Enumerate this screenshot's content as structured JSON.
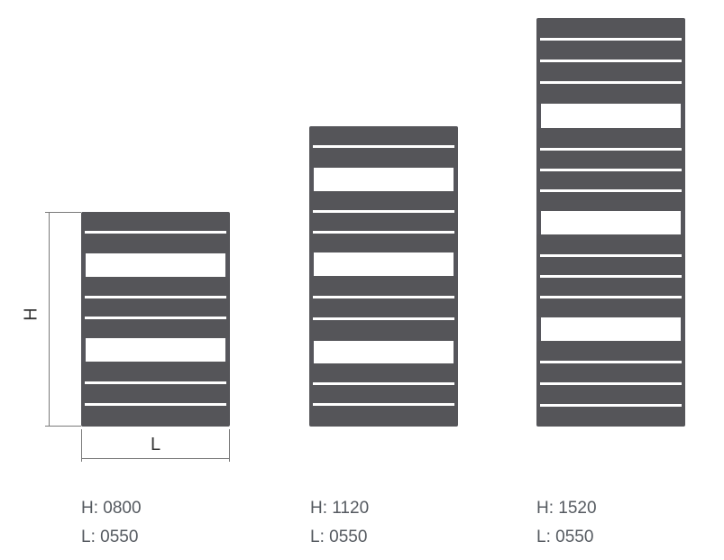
{
  "dimension_labels": {
    "height": "H",
    "length": "L"
  },
  "colors": {
    "radiator": "#555559",
    "text": "#555a60",
    "dimension_line": "#7a7a7a"
  },
  "models": [
    {
      "height": "H: 0800",
      "length": "L: 0550"
    },
    {
      "height": "H: 1120",
      "length": "L: 0550"
    },
    {
      "height": "H: 1520",
      "length": "L: 0550"
    }
  ]
}
